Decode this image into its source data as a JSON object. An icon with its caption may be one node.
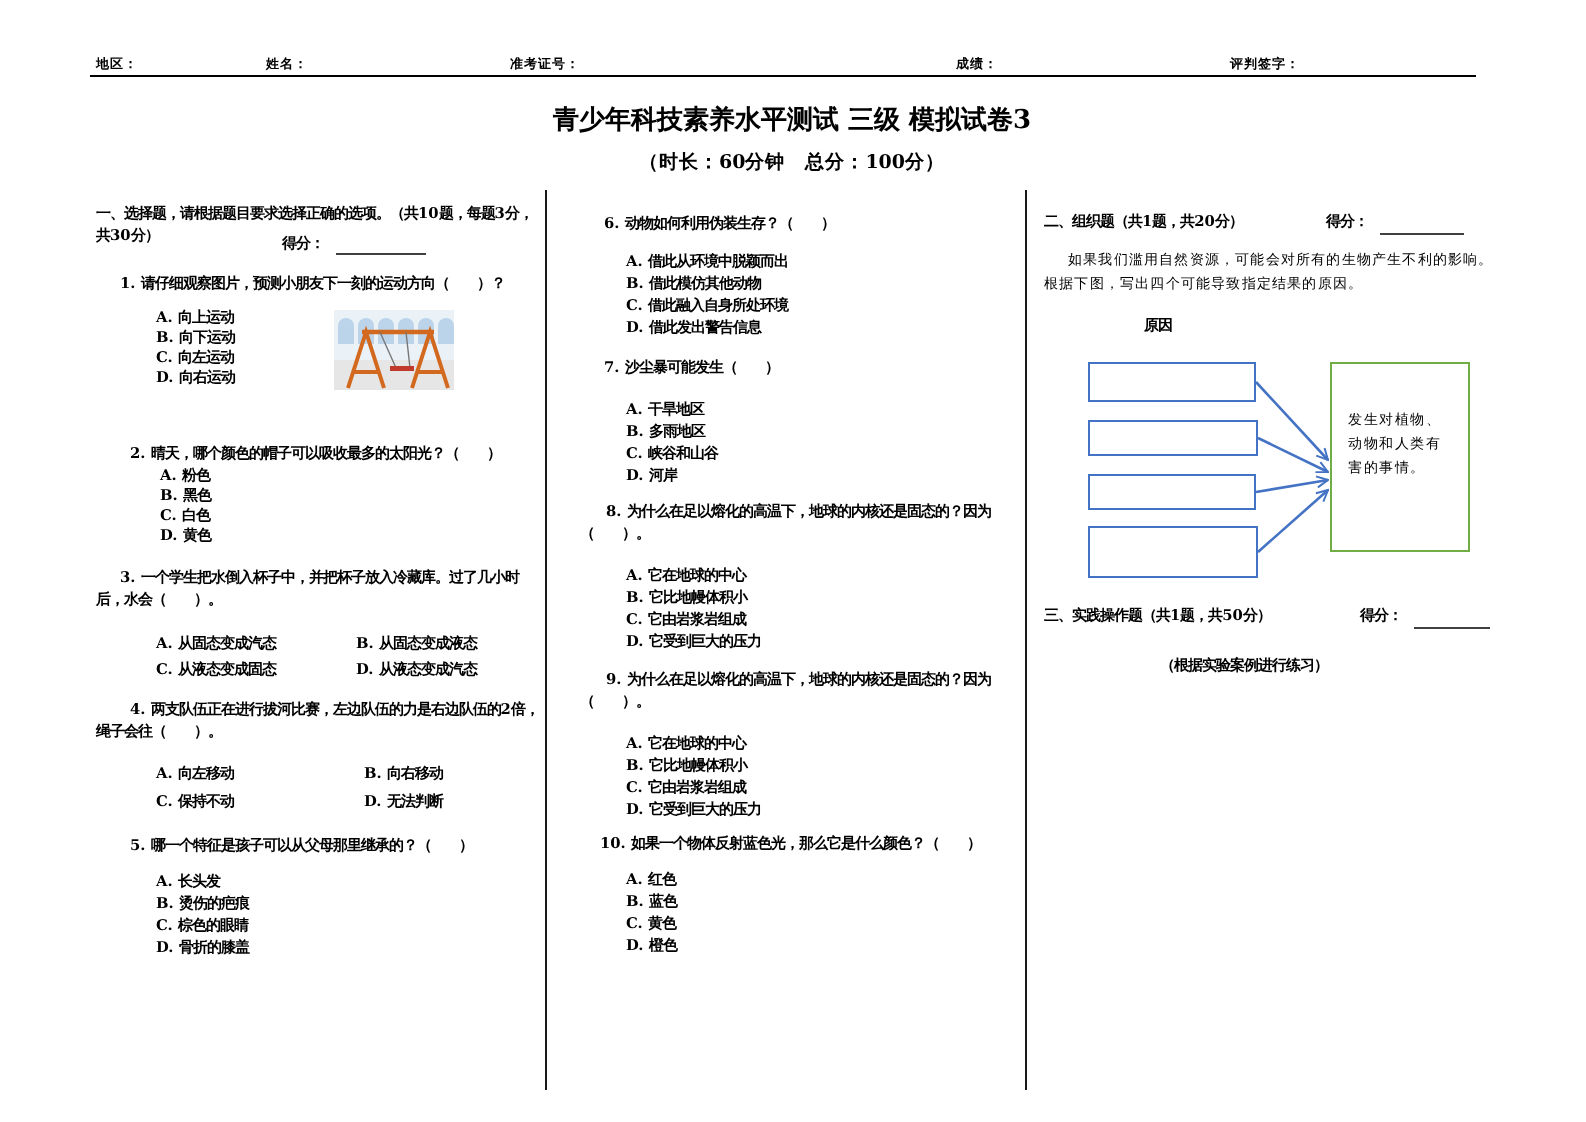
{
  "diagram": {
    "title": "青少年科技素养水平测试 三级 模拟试卷3",
    "nodes": [
      {
        "text": [],
        "shape": "box"
      },
      {
        "text": [],
        "shape": "box"
      },
      {
        "text": [],
        "shape": "box"
      },
      {
        "text": [],
        "shape": "box"
      },
      {
        "text": [
          "发生对植物、动物和人类有害的事情。"
        ]
      }
    ],
    "edges": [
      {
        "from": 0,
        "to": 4,
        "arrow": "to"
      },
      {
        "from": 1,
        "to": 4,
        "arrow": "to"
      },
      {
        "from": 2,
        "to": 4,
        "arrow": "to"
      },
      {
        "from": 3,
        "to": 4,
        "arrow": "to"
      }
    ],
    "labels": [
      "地区：",
      "姓名：",
      "准考证号：",
      "成绩：",
      "评判签字：",
      "（时长：60分钟　总分：100分）",
      "一、选择题，请根据题目要求选择正确的选项。（共10题，每题3分，共30分）",
      "得分：",
      "1. 请仔细观察图片，预测小朋友下一刻的运动方向（　　）？",
      "A. 向上运动",
      "B. 向下运动",
      "C. 向左运动",
      "D. 向右运动",
      "2. 晴天，哪个颜色的帽子可以吸收最多的太阳光？（　　）",
      "A. 粉色",
      "B. 黑色",
      "C. 白色",
      "D. 黄色",
      "3. 一个学生把水倒入杯子中，并把杯子放入冷藏库。过了几小时后，水会（　　）。",
      "A. 从固态变成汽态",
      "B. 从固态变成液态",
      "C. 从液态变成固态",
      "D. 从液态变成汽态",
      "4. 两支队伍正在进行拔河比赛，左边队伍的力是右边队伍的2倍，绳子会往（　　）。",
      "A. 向左移动",
      "B. 向右移动",
      "C. 保持不动",
      "D. 无法判断",
      "5. 哪一个特征是孩子可以从父母那里继承的？（　　）",
      "A. 长头发",
      "B. 烫伤的疤痕",
      "C. 棕色的眼睛",
      "D. 骨折的膝盖",
      "6. 动物如何利用伪装生存？（　　）",
      "A. 借此从环境中脱颖而出",
      "B. 借此模仿其他动物",
      "C. 借此融入自身所处环境",
      "D. 借此发出警告信息",
      "7. 沙尘暴可能发生（　　）",
      "A. 干旱地区",
      "B. 多雨地区",
      "C. 峡谷和山谷",
      "D. 河岸",
      "8. 为什么在足以熔化的高温下，地球的内核还是固态的？因为（　　）。",
      "A. 它在地球的中心",
      "B. 它比地幔体积小",
      "C. 它由岩浆岩组成",
      "D. 它受到巨大的压力",
      "9. 为什么在足以熔化的高温下，地球的内核还是固态的？因为（　　）。",
      "A. 它在地球的中心",
      "B. 它比地幔体积小",
      "C. 它由岩浆岩组成",
      "D. 它受到巨大的压力",
      "10. 如果一个物体反射蓝色光，那么它是什么颜色？（　　）",
      "A. 红色",
      "B. 蓝色",
      "C. 黄色",
      "D. 橙色",
      "二、组织题（共1题，共20分）",
      "得分：",
      "如果我们滥用自然资源，可能会对所有的生物产生不利的影响。根据下图，写出四个可能导致指定结果的原因。",
      "原因",
      "三、实践操作题（共1题，共50分）",
      "得分：",
      "（根据实验案例进行练习）"
    ]
  }
}
